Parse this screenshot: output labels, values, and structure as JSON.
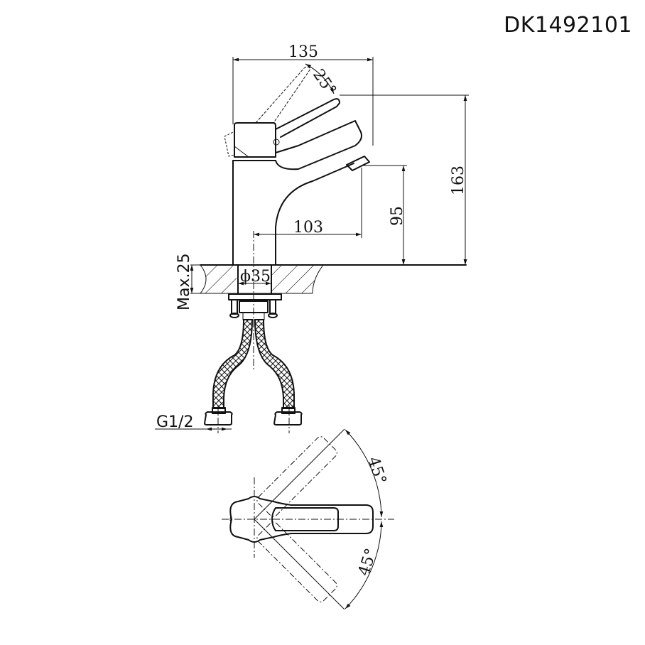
{
  "title": {
    "model_code": "DK1492101"
  },
  "side_view": {
    "dimensions": {
      "overall_width": "135",
      "handle_angle": "25°",
      "overall_height": "163",
      "spout_height": "95",
      "spout_reach": "103",
      "hole_diameter": "ϕ35",
      "max_deck_thickness": "Max.25",
      "hose_connection": "G1/2"
    }
  },
  "top_view": {
    "dimensions": {
      "rotation_upper": "45°",
      "rotation_lower": "45°"
    }
  },
  "colors": {
    "line": "#111111",
    "background": "#ffffff"
  }
}
